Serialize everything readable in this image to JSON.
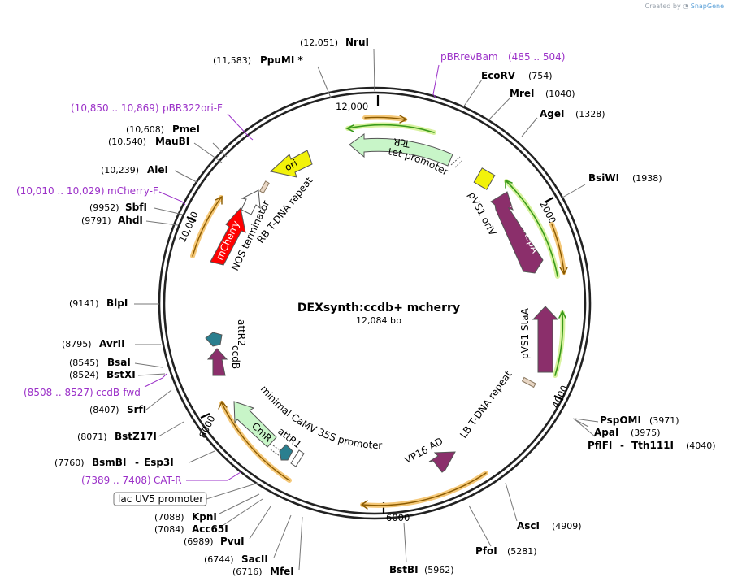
{
  "app": {
    "credit_prefix": "Created by",
    "credit_brand": "SnapGene"
  },
  "plasmid": {
    "name": "DEXsynth:ccdb+ mcherry",
    "length_label": "12,084 bp",
    "length": 12084
  },
  "ticks": [
    {
      "label": "12,000",
      "pos": 12000
    },
    {
      "label": "2000",
      "pos": 2000
    },
    {
      "label": "4000",
      "pos": 4000
    },
    {
      "label": "6000",
      "pos": 6000
    },
    {
      "label": "8000",
      "pos": 8000
    },
    {
      "label": "10,000",
      "pos": 10000
    }
  ],
  "sites": [
    {
      "id": "nrui",
      "pos_label": "(12,051)",
      "name": "NruI",
      "pos": 12051
    },
    {
      "id": "ppumi",
      "pos_label": "(11,583)",
      "name": "PpuMI *",
      "pos": 11583
    },
    {
      "id": "pmei",
      "pos_label": "(10,608)",
      "name": "PmeI",
      "pos": 10608
    },
    {
      "id": "maubi",
      "pos_label": "(10,540)",
      "name": "MauBI",
      "pos": 10540
    },
    {
      "id": "alei",
      "pos_label": "(10,239)",
      "name": "AleI",
      "pos": 10239
    },
    {
      "id": "sbfi",
      "pos_label": "(9952)",
      "name": "SbfI",
      "pos": 9952
    },
    {
      "id": "ahdi",
      "pos_label": "(9791)",
      "name": "AhdI",
      "pos": 9791
    },
    {
      "id": "blpi",
      "pos_label": "(9141)",
      "name": "BlpI",
      "pos": 9141
    },
    {
      "id": "avrii",
      "pos_label": "(8795)",
      "name": "AvrII",
      "pos": 8795
    },
    {
      "id": "bsai",
      "pos_label": "(8545)",
      "name": "BsaI",
      "pos": 8545
    },
    {
      "id": "bstxi",
      "pos_label": "(8524)",
      "name": "BstXI",
      "pos": 8524
    },
    {
      "id": "srfi",
      "pos_label": "(8407)",
      "name": "SrfI",
      "pos": 8407
    },
    {
      "id": "bstz17i",
      "pos_label": "(8071)",
      "name": "BstZ17I",
      "pos": 8071
    },
    {
      "id": "bsmbi",
      "pos_label": "(7760)",
      "name": "BsmBI",
      "name2": "Esp3I",
      "pos": 7760
    },
    {
      "id": "kpni",
      "pos_label": "(7088)",
      "name": "KpnI",
      "pos": 7088
    },
    {
      "id": "acc65i",
      "pos_label": "(7084)",
      "name": "Acc65I",
      "pos": 7084
    },
    {
      "id": "pvui",
      "pos_label": "(6989)",
      "name": "PvuI",
      "pos": 6989
    },
    {
      "id": "sacii",
      "pos_label": "(6744)",
      "name": "SacII",
      "pos": 6744
    },
    {
      "id": "mfei",
      "pos_label": "(6716)",
      "name": "MfeI",
      "pos": 6716
    },
    {
      "id": "bstbi",
      "pos_label": "(5962)",
      "name": "BstBI",
      "pos": 5962
    },
    {
      "id": "pfoi",
      "pos_label": "(5281)",
      "name": "PfoI",
      "pos": 5281
    },
    {
      "id": "asci",
      "pos_label": "(4909)",
      "name": "AscI",
      "pos": 4909
    },
    {
      "id": "pflfi",
      "pos_label": "(4040)",
      "name": "PflFI",
      "name2": "Tth111I",
      "pos": 4040
    },
    {
      "id": "apai",
      "pos_label": "(3975)",
      "name": "ApaI",
      "pos": 3975
    },
    {
      "id": "pspomi",
      "pos_label": "(3971)",
      "name": "PspOMI",
      "pos": 3971
    },
    {
      "id": "bsiwi",
      "pos_label": "(1938)",
      "name": "BsiWI",
      "pos": 1938
    },
    {
      "id": "agei",
      "pos_label": "(1328)",
      "name": "AgeI",
      "pos": 1328
    },
    {
      "id": "mrei",
      "pos_label": "(1040)",
      "name": "MreI",
      "pos": 1040
    },
    {
      "id": "ecorv",
      "pos_label": "(754)",
      "name": "EcoRV",
      "pos": 754
    }
  ],
  "primers": [
    {
      "id": "pbrrevbam",
      "name": "pBRrevBam",
      "range": "(485 .. 504)"
    },
    {
      "id": "pbr322ori",
      "name": "pBR322ori-F",
      "range": "(10,850 .. 10,869)"
    },
    {
      "id": "mcherryf",
      "name": "mCherry-F",
      "range": "(10,010 .. 10,029)"
    },
    {
      "id": "ccdbfwd",
      "name": "ccdB-fwd",
      "range": "(8508 .. 8527)"
    },
    {
      "id": "catr",
      "name": "CAT-R",
      "range": "(7389 .. 7408)"
    }
  ],
  "features": [
    {
      "id": "tcr",
      "label": "TcR",
      "color": "#c8f5c8"
    },
    {
      "id": "tet-promoter",
      "label": "tet promoter"
    },
    {
      "id": "ori",
      "label": "ori",
      "color": "#f2f20a"
    },
    {
      "id": "pvs1-oriv",
      "label": "pVS1 oriV",
      "color": "#f2f20a"
    },
    {
      "id": "pvs1-repa",
      "label": "pVS1 RepA",
      "color": "#8b2f6b"
    },
    {
      "id": "pvs1-staa",
      "label": "pVS1 StaA",
      "color": "#8b2f6b"
    },
    {
      "id": "lb-tdna",
      "label": "LB T-DNA repeat"
    },
    {
      "id": "vp16",
      "label": "VP16 AD",
      "color": "#8b2f6b"
    },
    {
      "id": "camv",
      "label": "minimal CaMV 35S promoter"
    },
    {
      "id": "attr1",
      "label": "attR1",
      "color": "#2a7f8f"
    },
    {
      "id": "cmr",
      "label": "CmR",
      "color": "#c8f5c8"
    },
    {
      "id": "attr2",
      "label": "attR2",
      "color": "#2a7f8f"
    },
    {
      "id": "ccdb",
      "label": "ccdB",
      "color": "#8b2f6b"
    },
    {
      "id": "mcherry",
      "label": "mCherry",
      "color": "#ff0000"
    },
    {
      "id": "nos",
      "label": "NOS terminator"
    },
    {
      "id": "rb-tdna",
      "label": "RB T-DNA repeat"
    },
    {
      "id": "lac-uv5",
      "label": "lac UV5 promoter"
    }
  ],
  "colors": {
    "primer": "#9b30c8",
    "orf_highlight": "#f5c878",
    "green_line": "#3a9a1a"
  }
}
